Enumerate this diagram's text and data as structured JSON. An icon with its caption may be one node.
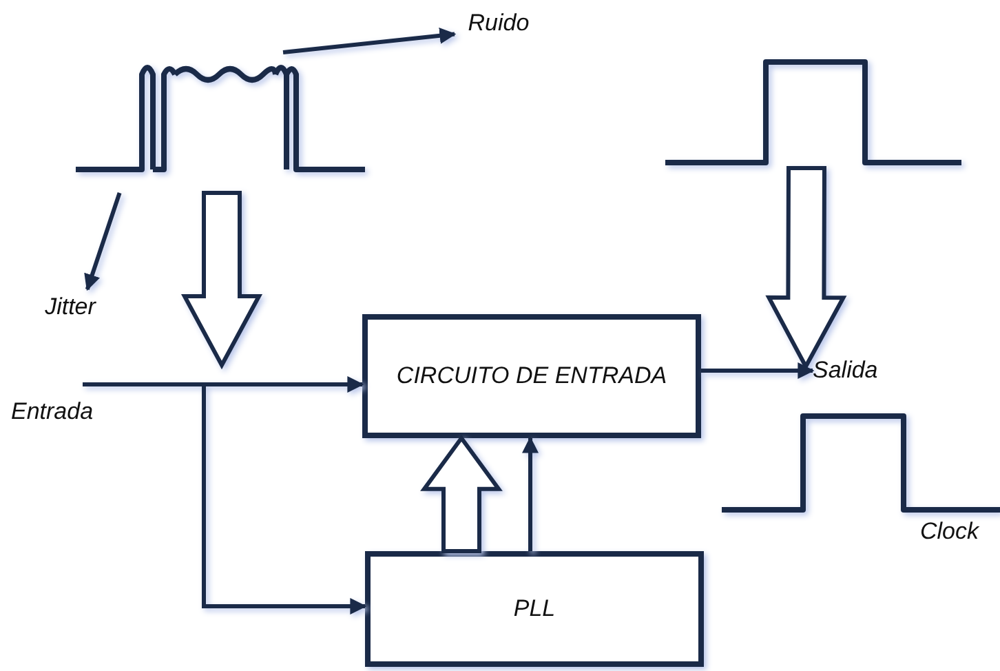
{
  "diagram": {
    "nodes": [
      {
        "text": [],
        "shape": "picture"
      },
      {
        "text": [
          "Ruido"
        ]
      },
      {
        "text": [
          "Jitter"
        ]
      },
      {
        "text": [],
        "shape": "picture"
      },
      {
        "text": [
          "CIRCUITO DE ENTRADA"
        ]
      },
      {
        "text": [
          "Salida"
        ]
      },
      {
        "text": [],
        "shape": "picture",
        "beside": [
          "Clock"
        ]
      },
      {
        "text": [
          "PLL"
        ]
      }
    ],
    "edges": [
      {
        "from": 0,
        "to": 1,
        "arrow": "to"
      },
      {
        "from": 0,
        "to": 2,
        "arrow": "to"
      },
      {
        "from": 0,
        "to": null,
        "arrow": "to",
        "style": "thick"
      },
      {
        "from": 3,
        "to": null,
        "arrow": "to",
        "style": "thick"
      },
      {
        "from": null,
        "to": 4,
        "arrow": "to"
      },
      {
        "from": null,
        "to": 7,
        "arrow": "to"
      },
      {
        "from": 4,
        "to": 5,
        "arrow": "to"
      },
      {
        "from": 7,
        "to": 4,
        "arrow": "to",
        "style": "thick"
      },
      {
        "from": 7,
        "to": 4,
        "arrow": "to"
      }
    ],
    "labels": [
      "Entrada"
    ]
  }
}
